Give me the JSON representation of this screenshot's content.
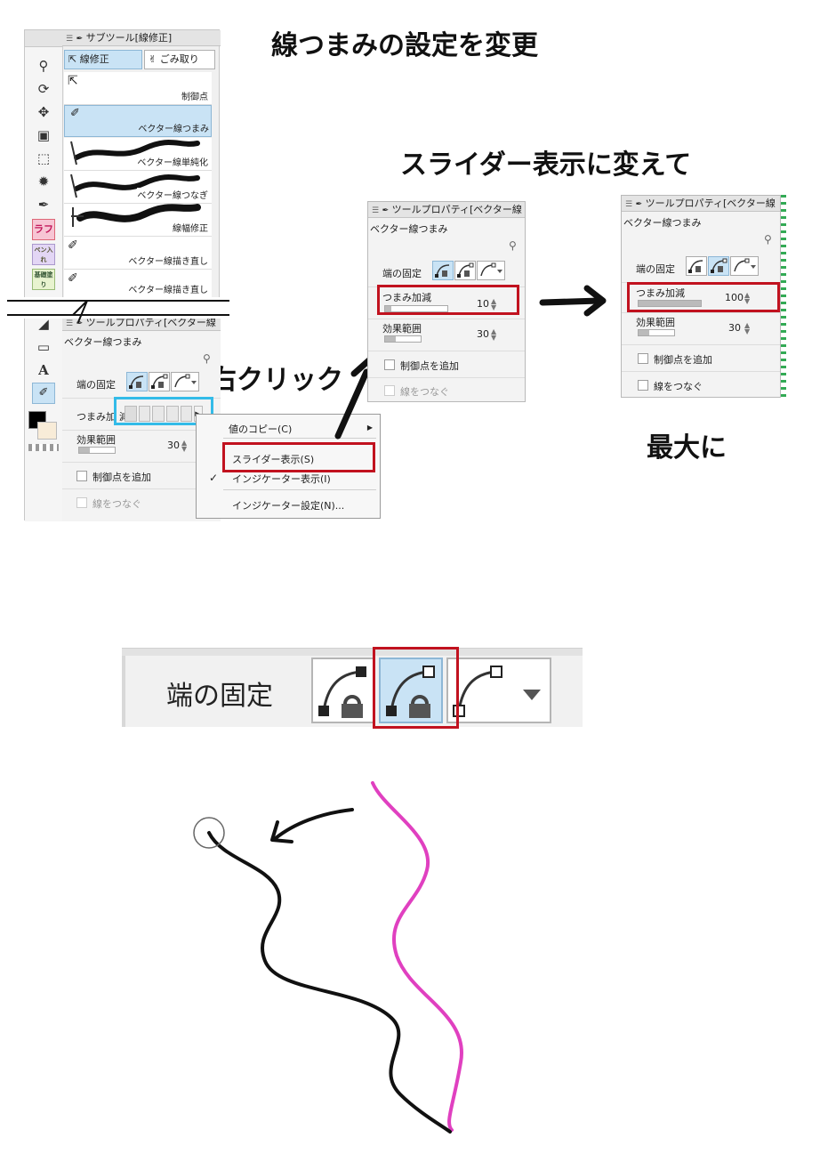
{
  "headings": {
    "main": "線つまみの設定を変更",
    "slider": "スライダー表示に変えて",
    "rightclick": "右クリック",
    "max": "最大に"
  },
  "subtool_panel": {
    "title": "サブツール[線修正]",
    "tabs": [
      "線修正",
      "ごみ取り"
    ],
    "items": [
      "制御点",
      "ベクター線つまみ",
      "ベクター線単純化",
      "ベクター線つなぎ",
      "線幅修正",
      "ベクター線描き直し",
      "ベクター線描き直し"
    ],
    "selected_index": 1,
    "tool_labels": [
      "ラフ",
      "ペン入れ",
      "基礎塗り"
    ]
  },
  "property_left": {
    "title": "ツールプロパティ[ベクター線",
    "subtitle": "ベクター線つまみ",
    "rows": {
      "end_fix": "端の固定",
      "pinch": "つまみ加",
      "pinch_tail": "減",
      "effect": "効果範囲",
      "effect_value": "30",
      "add_point": "制御点を追加",
      "connect": "線をつなぐ"
    }
  },
  "context_menu": {
    "items": [
      "値のコピー(C)",
      "スライダー表示(S)",
      "インジケーター表示(I)",
      "インジケーター設定(N)..."
    ],
    "highlighted_index": 1,
    "checked_index": 2
  },
  "property_mid": {
    "title": "ツールプロパティ[ベクター線",
    "subtitle": "ベクター線つまみ",
    "end_fix": "端の固定",
    "pinch_label": "つまみ加減",
    "pinch_value": "10",
    "pinch_level": 0.1,
    "effect_label": "効果範囲",
    "effect_value": "30",
    "effect_level": 0.3,
    "add_point": "制御点を追加",
    "connect": "線をつなぐ"
  },
  "property_right": {
    "title": "ツールプロパティ[ベクター線",
    "subtitle": "ベクター線つまみ",
    "end_fix": "端の固定",
    "pinch_label": "つまみ加減",
    "pinch_value": "100",
    "pinch_level": 1.0,
    "effect_label": "効果範囲",
    "effect_value": "30",
    "effect_level": 0.3,
    "add_point": "制御点を追加",
    "connect": "線をつなぐ"
  },
  "zoom_panel": {
    "label": "端の固定",
    "selected_index": 1
  },
  "colors": {
    "red_highlight": "#c1121f",
    "blue_highlight": "#33bbe8",
    "pink_stroke": "#e040c0",
    "black_stroke": "#111111",
    "selection": "#c9e3f5"
  }
}
